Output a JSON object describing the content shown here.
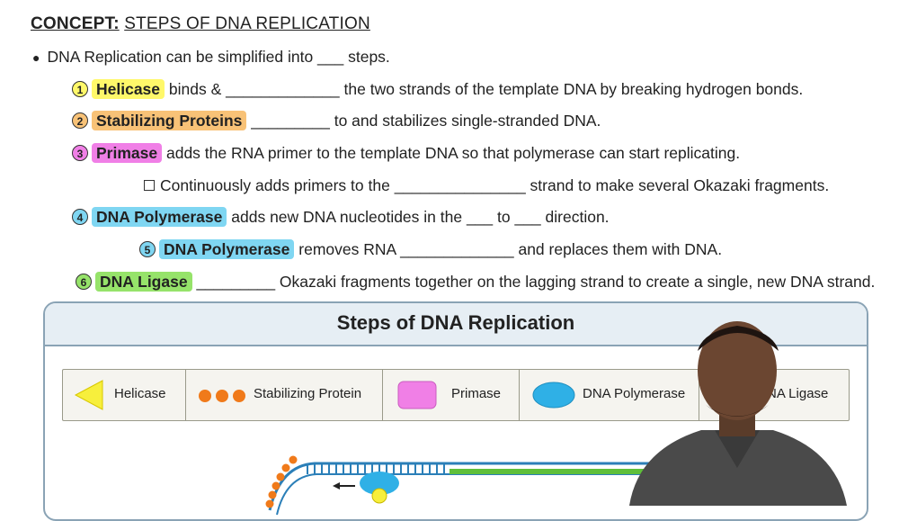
{
  "header": {
    "concept_label": "CONCEPT:",
    "concept_title": "STEPS OF DNA REPLICATION"
  },
  "intro": "DNA Replication can be simplified into ___ steps.",
  "steps": [
    {
      "num": "1",
      "term": "Helicase",
      "text": "binds & _____________ the two strands of the template DNA by breaking hydrogen bonds."
    },
    {
      "num": "2",
      "term": "Stabilizing Proteins",
      "text": "_________ to and stabilizes single-stranded DNA."
    },
    {
      "num": "3",
      "term": "Primase",
      "text": "adds the RNA primer to the template DNA so that polymerase can start replicating."
    },
    {
      "num": "",
      "term": "",
      "text": "Continuously adds primers to the _______________ strand to make several Okazaki fragments."
    },
    {
      "num": "4",
      "term": "DNA Polymerase",
      "text": "adds new DNA nucleotides in the ___ to ___ direction."
    },
    {
      "num": "5",
      "term": "DNA Polymerase",
      "text": "removes RNA _____________ and replaces them with DNA."
    },
    {
      "num": "6",
      "term": "DNA Ligase",
      "text": "_________ Okazaki fragments together on the lagging strand to create a single, new DNA strand."
    }
  ],
  "panel": {
    "title": "Steps of DNA Replication",
    "legend": [
      {
        "label": "Helicase",
        "icon": "yellow-triangle-icon"
      },
      {
        "label": "Stabilizing Protein",
        "icon": "orange-dots-icon"
      },
      {
        "label": "Primase",
        "icon": "pink-rounded-square-icon"
      },
      {
        "label": "DNA Polymerase",
        "icon": "blue-oval-icon"
      },
      {
        "label": "NA Ligase",
        "icon": "ligase-icon"
      }
    ]
  },
  "colors": {
    "helicase": "#fff86a",
    "stabilizing": "#f8c277",
    "primase": "#f07fe6",
    "polymerase": "#7fd6f2",
    "ligase": "#96e36a",
    "stabilizing_dot": "#f07a1a",
    "polymerase_oval": "#2fb0e6"
  }
}
